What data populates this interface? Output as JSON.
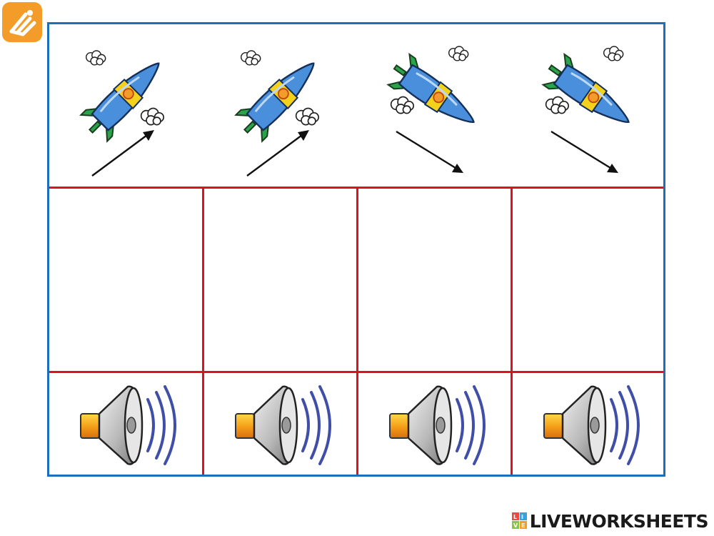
{
  "branding": {
    "footer_text": "LIVEWORKSHEETS",
    "accent_orange": "#f39c2a",
    "frame_blue": "#1f6fb8",
    "grid_red": "#dd1122"
  },
  "rockets": [
    {
      "direction": "up",
      "icon": "rocket-up-icon",
      "arrow": "arrow-up-right-icon"
    },
    {
      "direction": "up",
      "icon": "rocket-up-icon",
      "arrow": "arrow-up-right-icon"
    },
    {
      "direction": "down",
      "icon": "rocket-down-icon",
      "arrow": "arrow-down-right-icon"
    },
    {
      "direction": "down",
      "icon": "rocket-down-icon",
      "arrow": "arrow-down-right-icon"
    }
  ],
  "answer_boxes": 4,
  "sound_buttons": [
    {
      "icon": "speaker-icon"
    },
    {
      "icon": "speaker-icon"
    },
    {
      "icon": "speaker-icon"
    },
    {
      "icon": "speaker-icon"
    }
  ]
}
